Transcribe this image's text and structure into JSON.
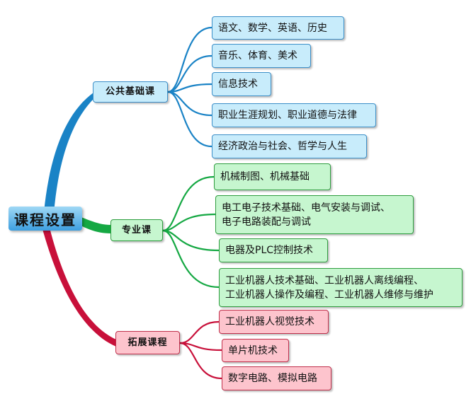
{
  "root": {
    "label": "课程设置"
  },
  "colors": {
    "blue": "#1a83c6",
    "green": "#15a843",
    "pink": "#c8103a"
  },
  "branches": [
    {
      "label": "公共基础课",
      "color": "blue",
      "items": [
        {
          "lines": [
            "语文、数学、英语、历史"
          ]
        },
        {
          "lines": [
            "音乐、体育、美术"
          ]
        },
        {
          "lines": [
            "信息技术"
          ]
        },
        {
          "lines": [
            "职业生涯规划、职业道德与法律"
          ]
        },
        {
          "lines": [
            "经济政治与社会、哲学与人生"
          ]
        }
      ]
    },
    {
      "label": "专业课",
      "color": "green",
      "items": [
        {
          "lines": [
            "机械制图、机械基础"
          ]
        },
        {
          "lines": [
            "电工电子技术基础、电气安装与调试、",
            "电子电路装配与调试"
          ]
        },
        {
          "lines": [
            "电器及PLC控制技术"
          ]
        },
        {
          "lines": [
            "工业机器人技术基础、工业机器人离线编程、",
            "工业机器人操作及编程、工业机器人维修与维护"
          ]
        }
      ]
    },
    {
      "label": "拓展课程",
      "color": "pink",
      "items": [
        {
          "lines": [
            "工业机器人视觉技术"
          ]
        },
        {
          "lines": [
            "单片机技术"
          ]
        },
        {
          "lines": [
            "数字电路、模拟电路"
          ]
        }
      ]
    }
  ]
}
